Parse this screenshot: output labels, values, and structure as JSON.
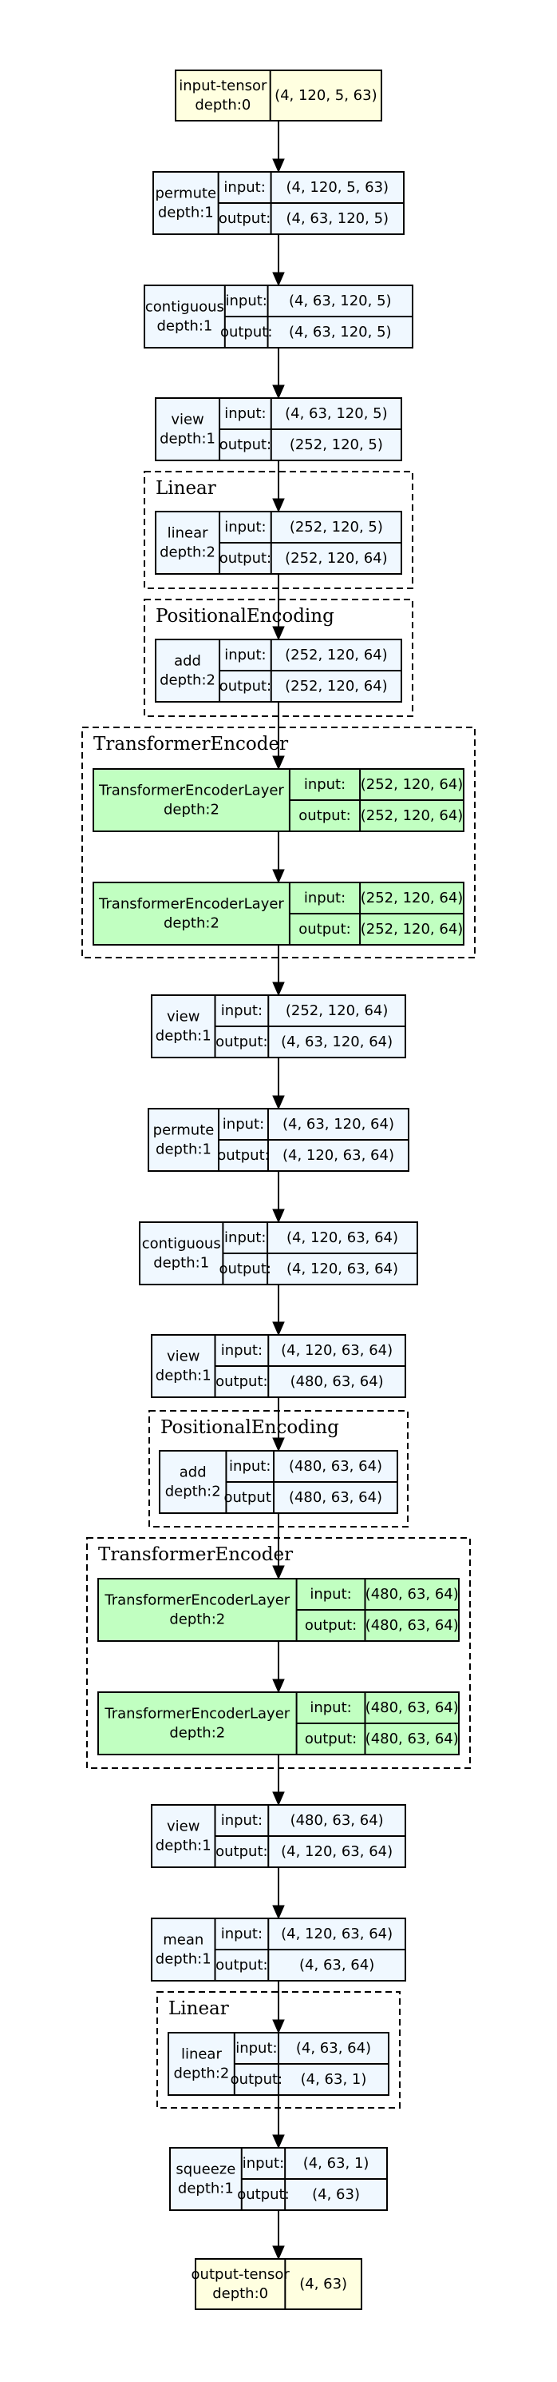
{
  "colors": {
    "tensor_fill": "#ffffe0",
    "op_fill": "#f0f8ff",
    "layer_fill": "#c1ffc1",
    "stroke": "#000000",
    "cluster_stroke": "#000000"
  },
  "clusters": [
    {
      "id": "c1",
      "label": "Linear"
    },
    {
      "id": "c2",
      "label": "PositionalEncoding"
    },
    {
      "id": "c3",
      "label": "TransformerEncoder"
    },
    {
      "id": "c4",
      "label": "PositionalEncoding"
    },
    {
      "id": "c5",
      "label": "TransformerEncoder"
    },
    {
      "id": "c6",
      "label": "Linear"
    }
  ],
  "nodes": [
    {
      "id": "n0",
      "kind": "tensor",
      "name": "input-tensor",
      "depth": "depth:0",
      "value": "(4, 120, 5, 63)"
    },
    {
      "id": "n1",
      "kind": "op",
      "name": "permute",
      "depth": "depth:1",
      "input_label": "input:",
      "input": "(4, 120, 5, 63)",
      "output_label": "output:",
      "output": "(4, 63, 120, 5)"
    },
    {
      "id": "n2",
      "kind": "op",
      "name": "contiguous",
      "depth": "depth:1",
      "input_label": "input:",
      "input": "(4, 63, 120, 5)",
      "output_label": "output:",
      "output": "(4, 63, 120, 5)"
    },
    {
      "id": "n3",
      "kind": "op",
      "name": "view",
      "depth": "depth:1",
      "input_label": "input:",
      "input": "(4, 63, 120, 5)",
      "output_label": "output:",
      "output": "(252, 120, 5)"
    },
    {
      "id": "n4",
      "kind": "op",
      "name": "linear",
      "depth": "depth:2",
      "input_label": "input:",
      "input": "(252, 120, 5)",
      "output_label": "output:",
      "output": "(252, 120, 64)"
    },
    {
      "id": "n5",
      "kind": "op",
      "name": "add",
      "depth": "depth:2",
      "input_label": "input:",
      "input": "(252, 120, 64)",
      "output_label": "output:",
      "output": "(252, 120, 64)"
    },
    {
      "id": "n6",
      "kind": "layer",
      "name": "TransformerEncoderLayer",
      "depth": "depth:2",
      "input_label": "input:",
      "input": "(252, 120, 64)",
      "output_label": "output:",
      "output": "(252, 120, 64)"
    },
    {
      "id": "n7",
      "kind": "layer",
      "name": "TransformerEncoderLayer",
      "depth": "depth:2",
      "input_label": "input:",
      "input": "(252, 120, 64)",
      "output_label": "output:",
      "output": "(252, 120, 64)"
    },
    {
      "id": "n8",
      "kind": "op",
      "name": "view",
      "depth": "depth:1",
      "input_label": "input:",
      "input": "(252, 120, 64)",
      "output_label": "output:",
      "output": "(4, 63, 120, 64)"
    },
    {
      "id": "n9",
      "kind": "op",
      "name": "permute",
      "depth": "depth:1",
      "input_label": "input:",
      "input": "(4, 63, 120, 64)",
      "output_label": "output:",
      "output": "(4, 120, 63, 64)"
    },
    {
      "id": "n10",
      "kind": "op",
      "name": "contiguous",
      "depth": "depth:1",
      "input_label": "input:",
      "input": "(4, 120, 63, 64)",
      "output_label": "output:",
      "output": "(4, 120, 63, 64)"
    },
    {
      "id": "n11",
      "kind": "op",
      "name": "view",
      "depth": "depth:1",
      "input_label": "input:",
      "input": "(4, 120, 63, 64)",
      "output_label": "output:",
      "output": "(480, 63, 64)"
    },
    {
      "id": "n12",
      "kind": "op",
      "name": "add",
      "depth": "depth:2",
      "input_label": "input:",
      "input": "(480, 63, 64)",
      "output_label": "output:",
      "output": "(480, 63, 64)"
    },
    {
      "id": "n13",
      "kind": "layer",
      "name": "TransformerEncoderLayer",
      "depth": "depth:2",
      "input_label": "input:",
      "input": "(480, 63, 64)",
      "output_label": "output:",
      "output": "(480, 63, 64)"
    },
    {
      "id": "n14",
      "kind": "layer",
      "name": "TransformerEncoderLayer",
      "depth": "depth:2",
      "input_label": "input:",
      "input": "(480, 63, 64)",
      "output_label": "output:",
      "output": "(480, 63, 64)"
    },
    {
      "id": "n15",
      "kind": "op",
      "name": "view",
      "depth": "depth:1",
      "input_label": "input:",
      "input": "(480, 63, 64)",
      "output_label": "output:",
      "output": "(4, 120, 63, 64)"
    },
    {
      "id": "n16",
      "kind": "op",
      "name": "mean",
      "depth": "depth:1",
      "input_label": "input:",
      "input": "(4, 120, 63, 64)",
      "output_label": "output:",
      "output": "(4, 63, 64)"
    },
    {
      "id": "n17",
      "kind": "op",
      "name": "linear",
      "depth": "depth:2",
      "input_label": "input:",
      "input": "(4, 63, 64)",
      "output_label": "output:",
      "output": "(4, 63, 1)"
    },
    {
      "id": "n18",
      "kind": "op",
      "name": "squeeze",
      "depth": "depth:1",
      "input_label": "input:",
      "input": "(4, 63, 1)",
      "output_label": "output:",
      "output": "(4, 63)"
    },
    {
      "id": "n19",
      "kind": "tensor",
      "name": "output-tensor",
      "depth": "depth:0",
      "value": "(4, 63)"
    }
  ]
}
